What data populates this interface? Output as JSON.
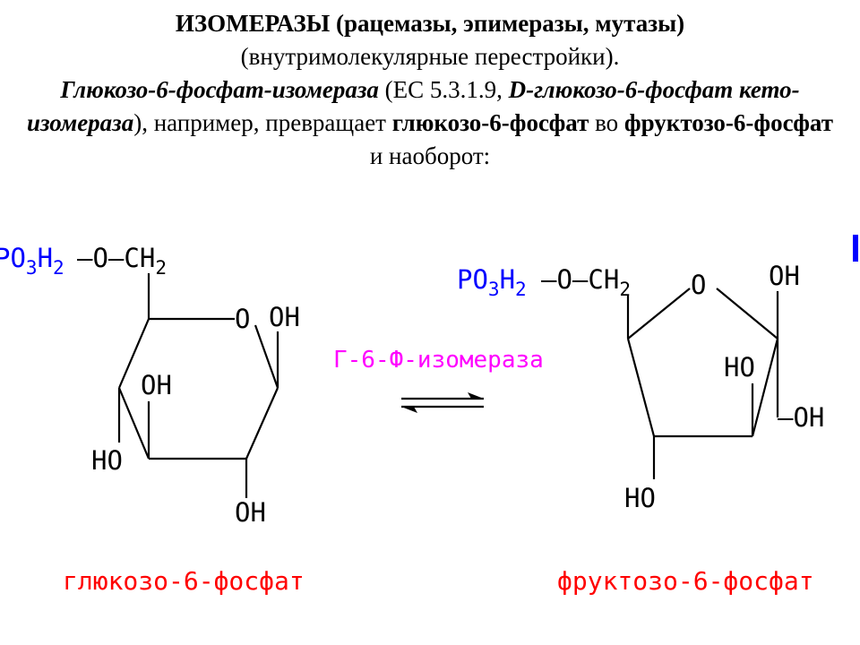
{
  "header": {
    "line1": "ИЗОМЕРАЗЫ (рацемазы, эпимеразы, мутазы)",
    "line2": "(внутримолекулярные перестройки).",
    "enzyme_name": "Глюкозо-6-фосфат-изомераза",
    "ec_open": " (ЕС 5.3.1.9, ",
    "enzyme_alt_name": "D-глюкозо-6-фосфат кето-изомераза",
    "transition_text": "), например, превращает ",
    "substrate": "глюкозо-6-фосфат",
    "word_to": " во ",
    "product": "фруктозо-6-фосфат",
    "tail": " и наоборот:"
  },
  "glucose": {
    "phosphate_group": "PO",
    "sub3": "3",
    "h": "H",
    "sub2": "2",
    "chain": "—O—CH",
    "ch_sub": "2",
    "ring_oxygen": "O",
    "oh_c1": "OH",
    "oh_c2": "OH",
    "ho_c3": "HO",
    "oh_c4": "OH",
    "caption": "глюкозо-6-фосфат"
  },
  "fructose": {
    "phosphate_group": "PO",
    "sub3": "3",
    "h": "H",
    "sub2": "2",
    "chain": "—O—CH",
    "ch_sub": "2",
    "ring_oxygen": "O",
    "oh_anomeric": "OH",
    "ho_c3": "HO",
    "oh_ch2": "—OH",
    "ho_bottom": "HO",
    "caption": "фруктозо-6-фосфат"
  },
  "reaction": {
    "enzyme_label": "Г-6-Ф-изомераза"
  },
  "colors": {
    "phosphate": "#0000ff",
    "caption": "#ff0000",
    "enzyme": "#ff00ff"
  }
}
